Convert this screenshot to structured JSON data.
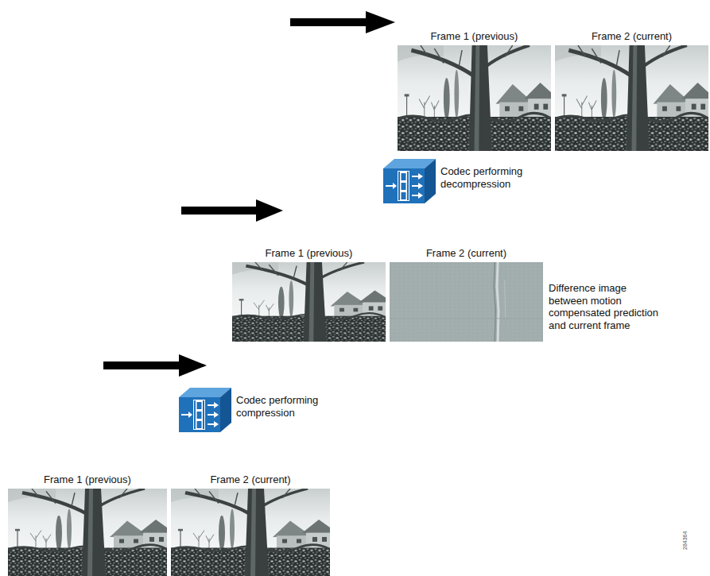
{
  "diagram": {
    "nodes": [
      {
        "text": [
          "Frame 1 (previous)"
        ]
      },
      {
        "text": [
          "Frame 2 (current)"
        ]
      },
      {
        "text": [
          "Codec performing decompression"
        ]
      },
      {
        "text": [
          "Frame 1 (previous)"
        ]
      },
      {
        "text": [
          "Frame 2 (current)"
        ]
      },
      {
        "text": [
          "Codec performing compression"
        ]
      },
      {
        "text": [
          "Frame 1 (previous)"
        ]
      },
      {
        "text": [
          "Frame 2 (current)"
        ]
      }
    ],
    "labels": [
      "Difference image between motion compensated prediction and current frame",
      "284364"
    ]
  }
}
